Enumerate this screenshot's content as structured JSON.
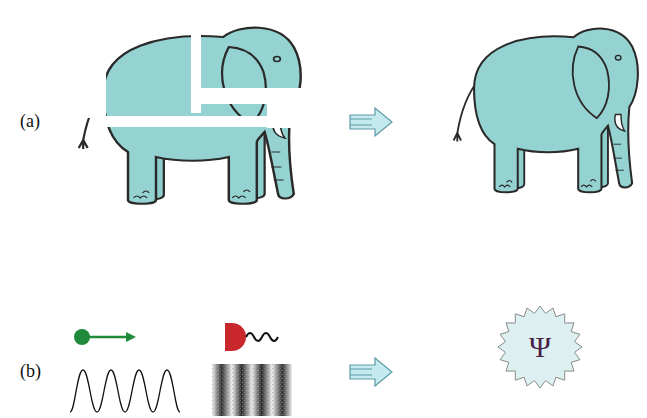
{
  "diagram": {
    "nodes": [
      {
        "text": [
          "Ψ"
        ]
      }
    ],
    "labels": [
      "(a)",
      "(b)"
    ]
  }
}
